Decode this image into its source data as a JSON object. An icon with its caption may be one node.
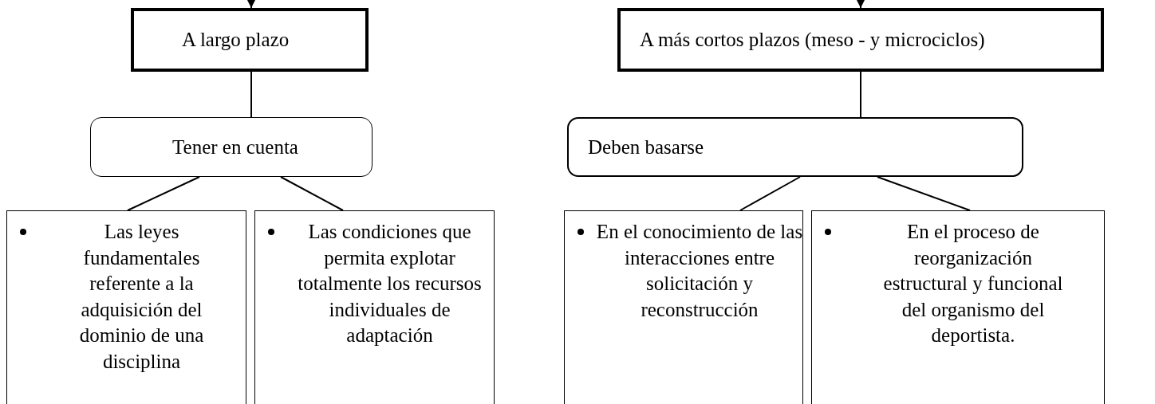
{
  "diagram": {
    "nodes": [
      {
        "text": [
          "A largo plazo"
        ]
      },
      {
        "text": [
          "A más cortos plazos (meso - y microciclos)"
        ]
      },
      {
        "text": [
          "Tener en cuenta"
        ]
      },
      {
        "text": [
          "Deben basarse"
        ]
      },
      {
        "text": [
          "Las leyes fundamentales referente a la adquisición del dominio de una disciplina"
        ]
      },
      {
        "text": [
          "Las condiciones que permita explotar totalmente los recursos individuales de adaptación"
        ]
      },
      {
        "text": [
          "En el conocimiento  de las interacciones entre solicitación y reconstrucción"
        ]
      },
      {
        "text": [
          "En el proceso de reorganización estructural y funcional del organismo del deportista."
        ]
      }
    ],
    "edges": [
      {
        "from": null,
        "to": 0,
        "arrow": "to"
      },
      {
        "from": null,
        "to": 1,
        "arrow": "to"
      },
      {
        "from": 0,
        "to": 2,
        "arrow": "none"
      },
      {
        "from": 1,
        "to": 3,
        "arrow": "none"
      },
      {
        "from": 2,
        "to": 4,
        "arrow": "none"
      },
      {
        "from": 2,
        "to": 5,
        "arrow": "none"
      },
      {
        "from": 3,
        "to": 6,
        "arrow": "none"
      },
      {
        "from": 3,
        "to": 7,
        "arrow": "none"
      }
    ]
  }
}
